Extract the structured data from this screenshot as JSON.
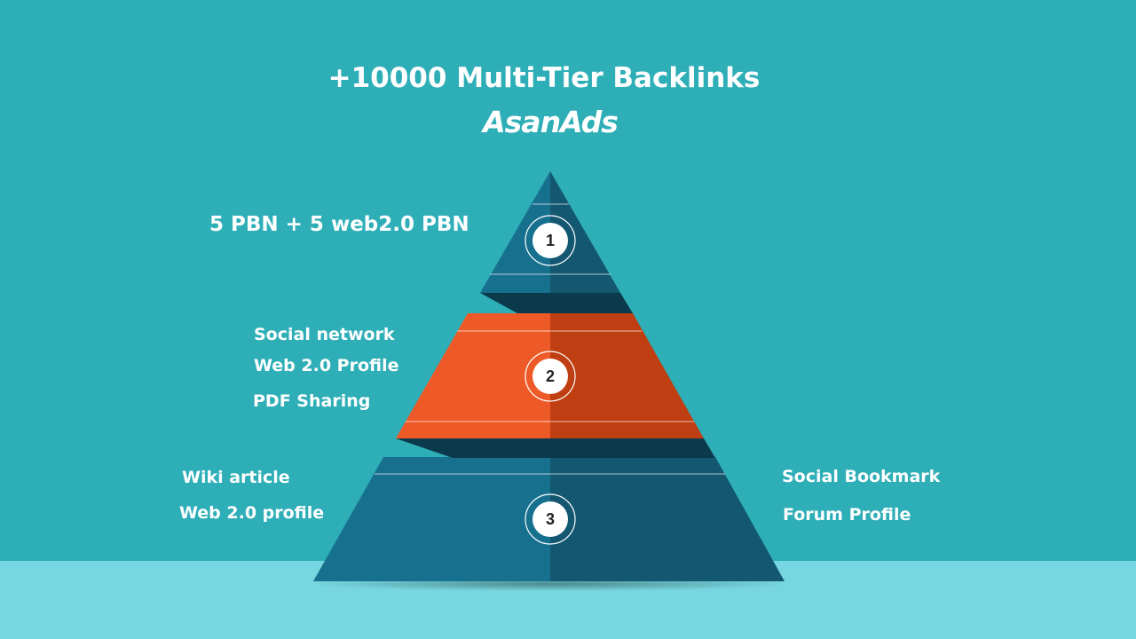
{
  "title": "+10000 Multi-Tier Backlinks",
  "brand": "AsanAds",
  "tiers": [
    {
      "number": "1",
      "labels_left": [
        "5 PBN + 5 web2.0 PBN"
      ],
      "labels_right": []
    },
    {
      "number": "2",
      "labels_left": [
        "Social network",
        "Web 2.0 Profile",
        "PDF Sharing"
      ],
      "labels_right": []
    },
    {
      "number": "3",
      "labels_left": [
        "Wiki article",
        "Web 2.0 profile"
      ],
      "labels_right": [
        "Social Bookmark",
        "Forum Profile"
      ]
    }
  ],
  "colors": {
    "background": "#2eaeb7",
    "ground": "#77d6df",
    "teal_light": "#17718e",
    "teal_dark": "#135770",
    "orange_light": "#ee5a27",
    "orange_dark": "#bf3e12",
    "shadow": "#0b3a4c"
  }
}
